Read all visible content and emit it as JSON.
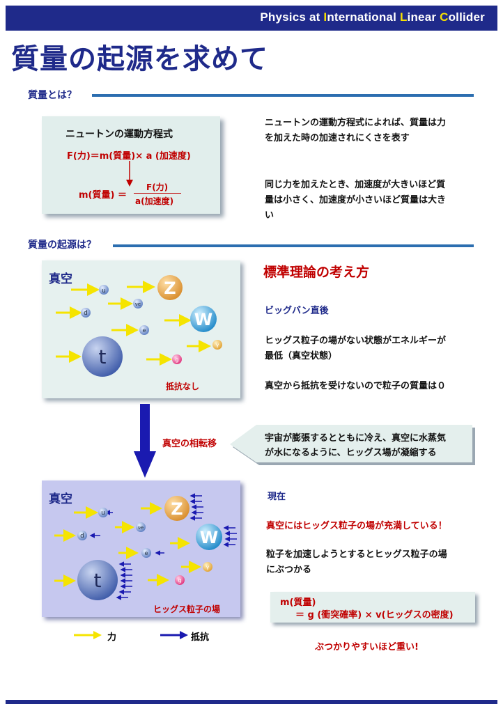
{
  "header": {
    "title_parts": [
      "Physics at ",
      "I",
      "nternational ",
      "L",
      "inear ",
      "C",
      "ollider"
    ]
  },
  "page_title": "質量の起源を求めて",
  "section1": {
    "heading": "質量とは？",
    "box_title": "ニュートンの運動方程式",
    "eq1": "F(力)＝m(質量)× a (加速度)",
    "eq2_left": "m(質量) ＝",
    "eq2_num": "F(力)",
    "eq2_den": "a(加速度)",
    "text1_line1": "ニュートンの運動方程式によれば、質量は力",
    "text1_line2": "を加えた時の加速されにくさを表す",
    "text2_line1": "同じ力を加えたとき、加速度が大きいほど質",
    "text2_line2": "量は小さく、加速度が小さいほど質量は大き",
    "text2_line3": "い"
  },
  "section2": {
    "heading": "質量の起源は？",
    "panel1_label": "真空",
    "panel1_note": "抵抗なし",
    "panel2_label": "真空",
    "panel2_note": "ヒッグス粒子の場",
    "particles": {
      "u": "u",
      "d": "d",
      "nu": "νe",
      "e": "e",
      "g": "g",
      "gamma": "γ",
      "Z": "Z",
      "W": "W",
      "t": "t"
    },
    "std_title": "標準理論の考え方",
    "after_bang": "ビッグバン直後",
    "std_line1": "ヒッグス粒子の場がない状態がエネルギーが",
    "std_line2": "最低（真空状態）",
    "std_line3": "真空から抵抗を受けないので粒子の質量は０",
    "transition_label": "真空の相転移",
    "callout_line1": "宇宙が膨張するとともに冷え、真空に水蒸気",
    "callout_line2": "が水になるように、ヒッグス場が凝縮する",
    "now_label": "現在",
    "now_red": "真空にはヒッグス粒子の場が充満している！",
    "now_line1": "粒子を加速しようとするとヒッグス粒子の場",
    "now_line2": "にぶつかる",
    "formula_line1": "m(質量)",
    "formula_line2": "＝ g (衝突確率) × v(ヒッグスの密度)",
    "closing": "ぶつかりやすいほど重い!",
    "legend_force": "力",
    "legend_resist": "抵抗"
  },
  "colors": {
    "navy": "#1f2a8a",
    "accent_red": "#c00000",
    "force_arrow": "#f5e400",
    "resist_arrow": "#1a1ab0"
  }
}
